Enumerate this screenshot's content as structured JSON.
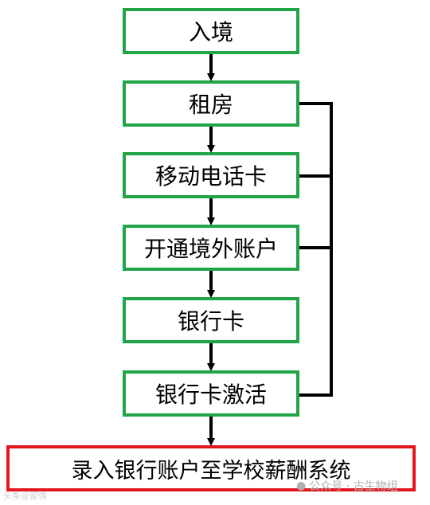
{
  "steps": [
    {
      "label": "入境"
    },
    {
      "label": "租房"
    },
    {
      "label": "移动电话卡"
    },
    {
      "label": "开通境外账户"
    },
    {
      "label": "银行卡"
    },
    {
      "label": "银行卡激活"
    }
  ],
  "final": {
    "label": "录入银行账户至学校薪酬系统"
  },
  "watermark": {
    "left": "头条@留情",
    "right": "公众号 · 古生物组"
  },
  "colors": {
    "step_border": "#22a448",
    "final_border": "#e3161f",
    "line": "#000000"
  }
}
